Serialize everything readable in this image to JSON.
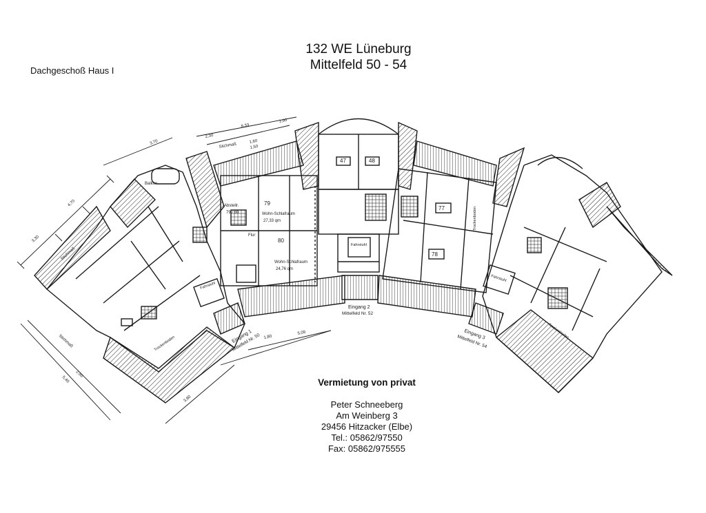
{
  "title": {
    "line1": "132 WE Lüneburg",
    "line2": "Mittelfeld 50 - 54"
  },
  "subtitle": "Dachgeschoß Haus I",
  "contact": {
    "heading": "Vermietung von privat",
    "name": "Peter Schneeberg",
    "street": "Am Weinberg 3",
    "city": "29456 Hitzacker (Elbe)",
    "tel": "Tel.: 05862/97550",
    "fax": "Fax: 05862/975555"
  },
  "plan": {
    "entrances": [
      {
        "label": "Eingang 1",
        "address": "Mittelfeld Nr. 50"
      },
      {
        "label": "Eingang 2",
        "address": "Mittelfeld Nr. 52"
      },
      {
        "label": "Eingang 3",
        "address": "Mittelfeld Nr. 54"
      }
    ],
    "unit_numbers": [
      "47",
      "48",
      "77",
      "78",
      "79",
      "80"
    ],
    "room_labels": {
      "fahrstuhl": "Fahrstuhl",
      "wohn_schlafraum_1": "Wohn-Schlafraum",
      "area_1": "27,33 qm",
      "wohn_schlafraum_2": "Wohn-Schlafraum",
      "area_2": "24,76 qm",
      "abstell": "Abstellr.",
      "abstell_nr": "79 / 80",
      "flur": "Flur",
      "balkon": "Balkon",
      "trockenboden": "Trockenboden",
      "stichmass": "Stichmaß"
    },
    "dimensions": [
      "6,33",
      "1,90",
      "1,60",
      "1,50",
      "3,70",
      "1,80",
      "5,09",
      "3,80",
      "2,50",
      "5,40",
      "4,70",
      "3,30",
      "2,30"
    ]
  },
  "colors": {
    "ink": "#1a1a1a",
    "paper": "#ffffff"
  }
}
